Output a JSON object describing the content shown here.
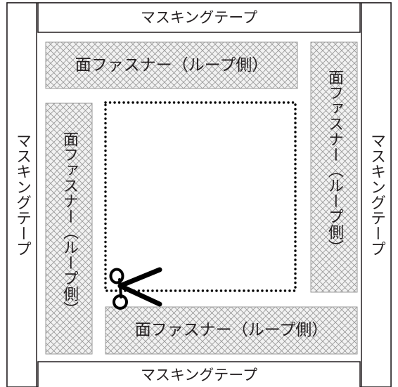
{
  "diagram": {
    "tape_top": {
      "label": "マスキングテープ"
    },
    "tape_bottom": {
      "label": "マスキングテープ"
    },
    "tape_left": {
      "label": "マスキングテープ"
    },
    "tape_right": {
      "label": "マスキングテープ"
    },
    "fastener_top": {
      "label": "面ファスナー（ループ側）"
    },
    "fastener_bottom": {
      "label": "面ファスナー（ループ側）"
    },
    "fastener_left": {
      "label": "面ファスナー（ループ側）"
    },
    "fastener_right": {
      "label": "面ファスナー（ループ側）"
    },
    "colors": {
      "outline": "#231f20",
      "tape_fill": "#ffffff",
      "hatch_fill": "#f2f2f2",
      "hatch_line": "#9a9a9a",
      "dotted_line": "#000000"
    }
  }
}
